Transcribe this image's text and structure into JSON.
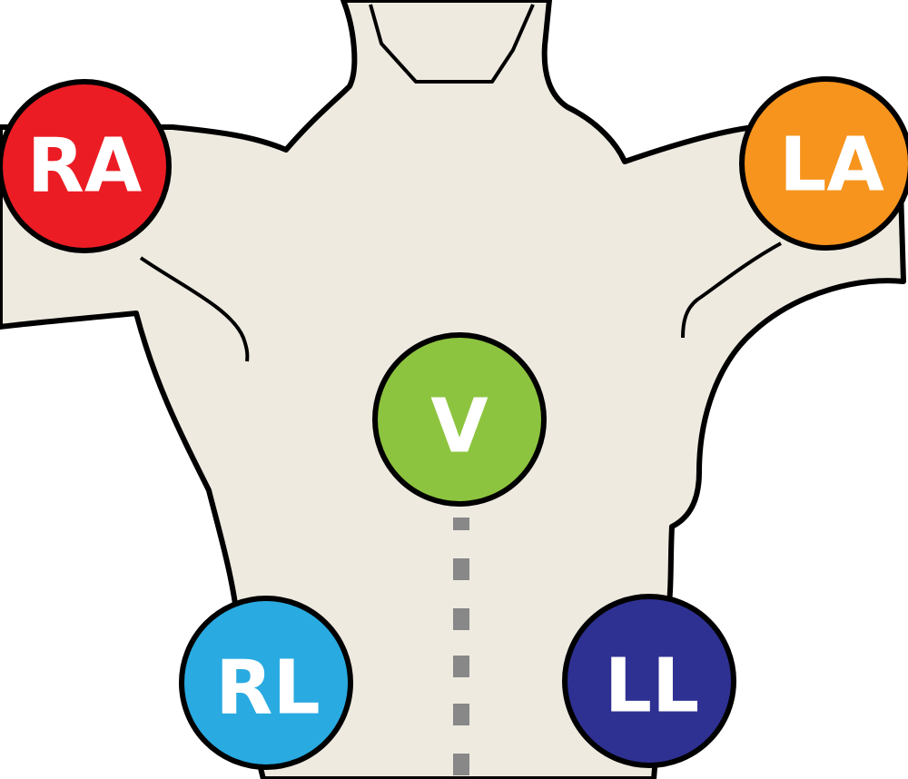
{
  "diagram": {
    "body_fill": "#eeeae0",
    "outline_color": "#000000",
    "guide_line_color": "#888888",
    "electrodes": [
      {
        "id": "ra",
        "label": "RA",
        "color": "#ec1c24"
      },
      {
        "id": "la",
        "label": "LA",
        "color": "#f7941d"
      },
      {
        "id": "v",
        "label": "V",
        "color": "#8dc43f"
      },
      {
        "id": "rl",
        "label": "RL",
        "color": "#29aae1"
      },
      {
        "id": "ll",
        "label": "LL",
        "color": "#2e3192"
      }
    ]
  }
}
